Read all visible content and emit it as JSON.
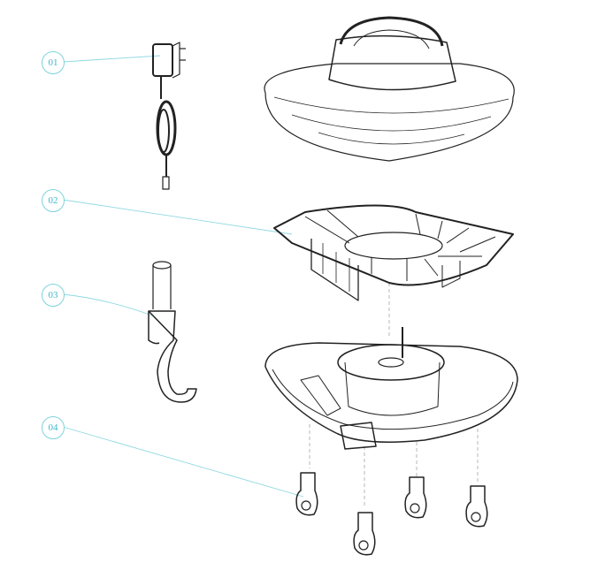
{
  "callouts": [
    {
      "label": "01"
    },
    {
      "label": "02"
    },
    {
      "label": "03"
    },
    {
      "label": "04"
    }
  ],
  "colors": {
    "leader": "#8fd8e2",
    "callout_text": "#3fb6c8",
    "line_art": "#222222"
  }
}
